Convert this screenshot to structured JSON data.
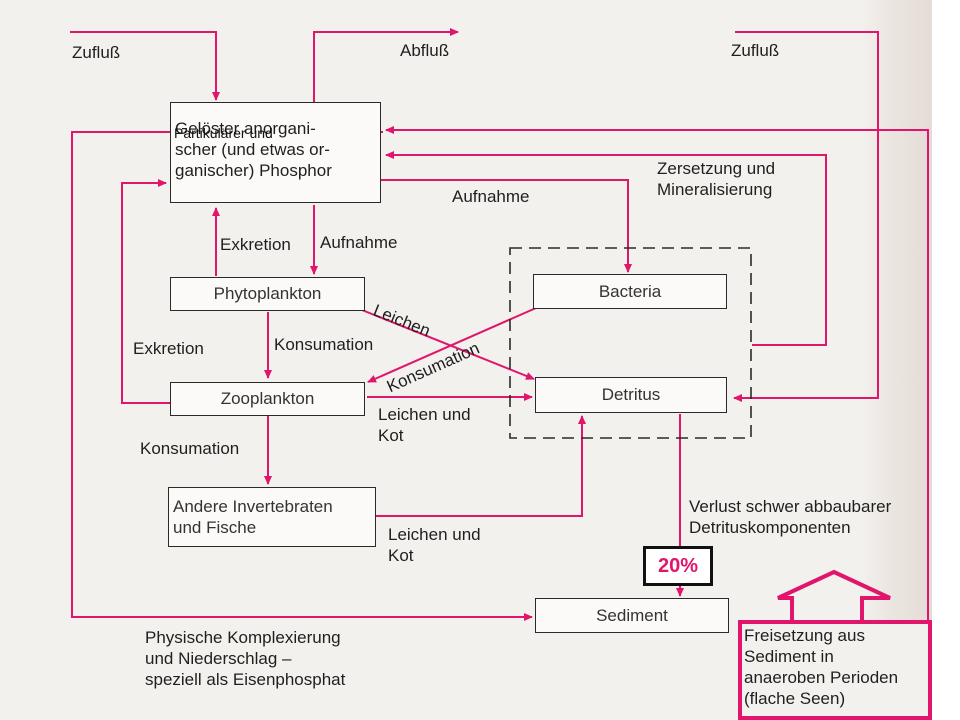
{
  "labels": {
    "zufluss_left": "Zufluß",
    "abfluss": "Abfluß",
    "zufluss_right": "Zufluß",
    "aufnahme_top": "Aufnahme",
    "zersetzung": "Zersetzung und\nMineralisierung",
    "exkretion_top": "Exkretion",
    "aufnahme_mid": "Aufnahme",
    "leichen_diag": "Leichen",
    "konsumation_diag": "Konsumation",
    "exkretion_left": "Exkretion",
    "konsumation_mid": "Konsumation",
    "leichen_kot_1": "Leichen und\nKot",
    "konsumation_low": "Konsumation",
    "leichen_kot_2": "Leichen und\nKot",
    "verlust": "Verlust schwer abbaubarer\nDetrituskomponenten",
    "physische": "Physische Komplexierung\nund Niederschlag –\nspeziell als Eisenphosphat"
  },
  "boxes": {
    "phosphor": "Gelöster anorgani-\nscher (und etwas or-\nganischer) Phosphor",
    "phosphor_overlay": "Partikulärer und",
    "phytoplankton": "Phytoplankton",
    "zooplankton": "Zooplankton",
    "bacteria": "Bacteria",
    "detritus": "Detritus",
    "invertebraten": "Andere Invertebraten\nund Fische",
    "sediment": "Sediment",
    "freisetzung": "Freisetzung aus\nSediment in\nanaeroben Perioden\n(flache Seen)"
  },
  "callout": {
    "percent": "20%"
  },
  "colors": {
    "arrow": "#e0156b",
    "box_border": "#2a2a2a",
    "callout_text": "#e0156b"
  }
}
